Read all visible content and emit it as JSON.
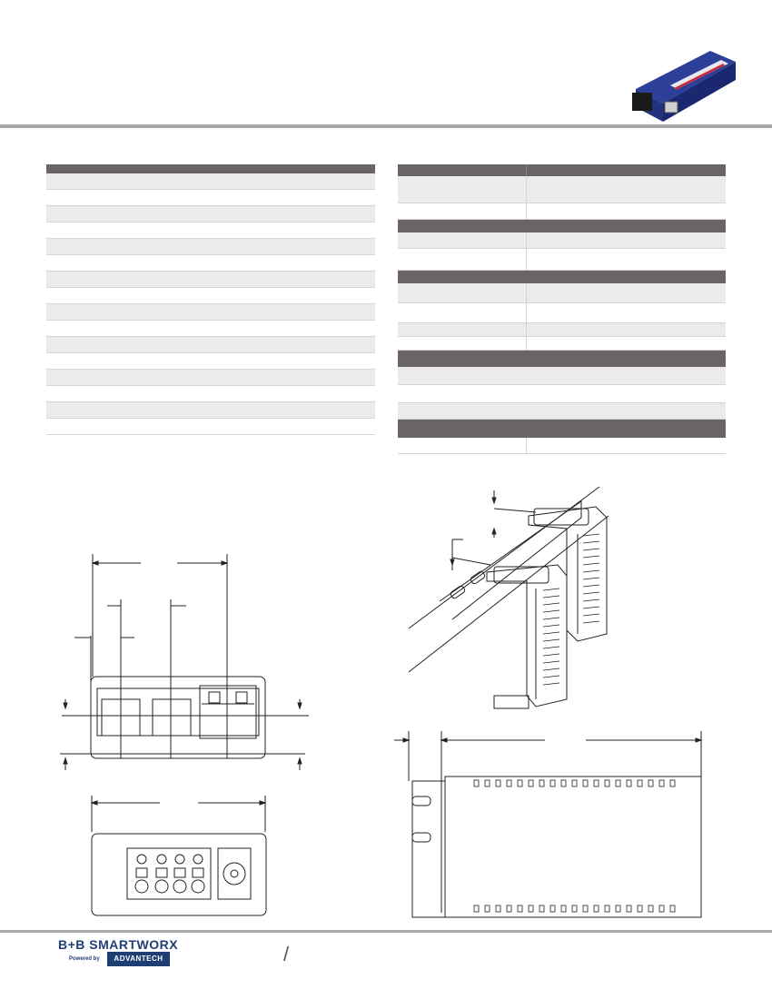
{
  "footer": {
    "brand_name": "B+B SMARTWORX",
    "powered_by": "Powered by",
    "partner": "ADVANTECH",
    "separator": "/"
  },
  "colors": {
    "header_bar": "#6b6466",
    "row_shade": "#ebebeb",
    "rule": "#a8a8a8",
    "brand_blue": "#1f3f74"
  }
}
